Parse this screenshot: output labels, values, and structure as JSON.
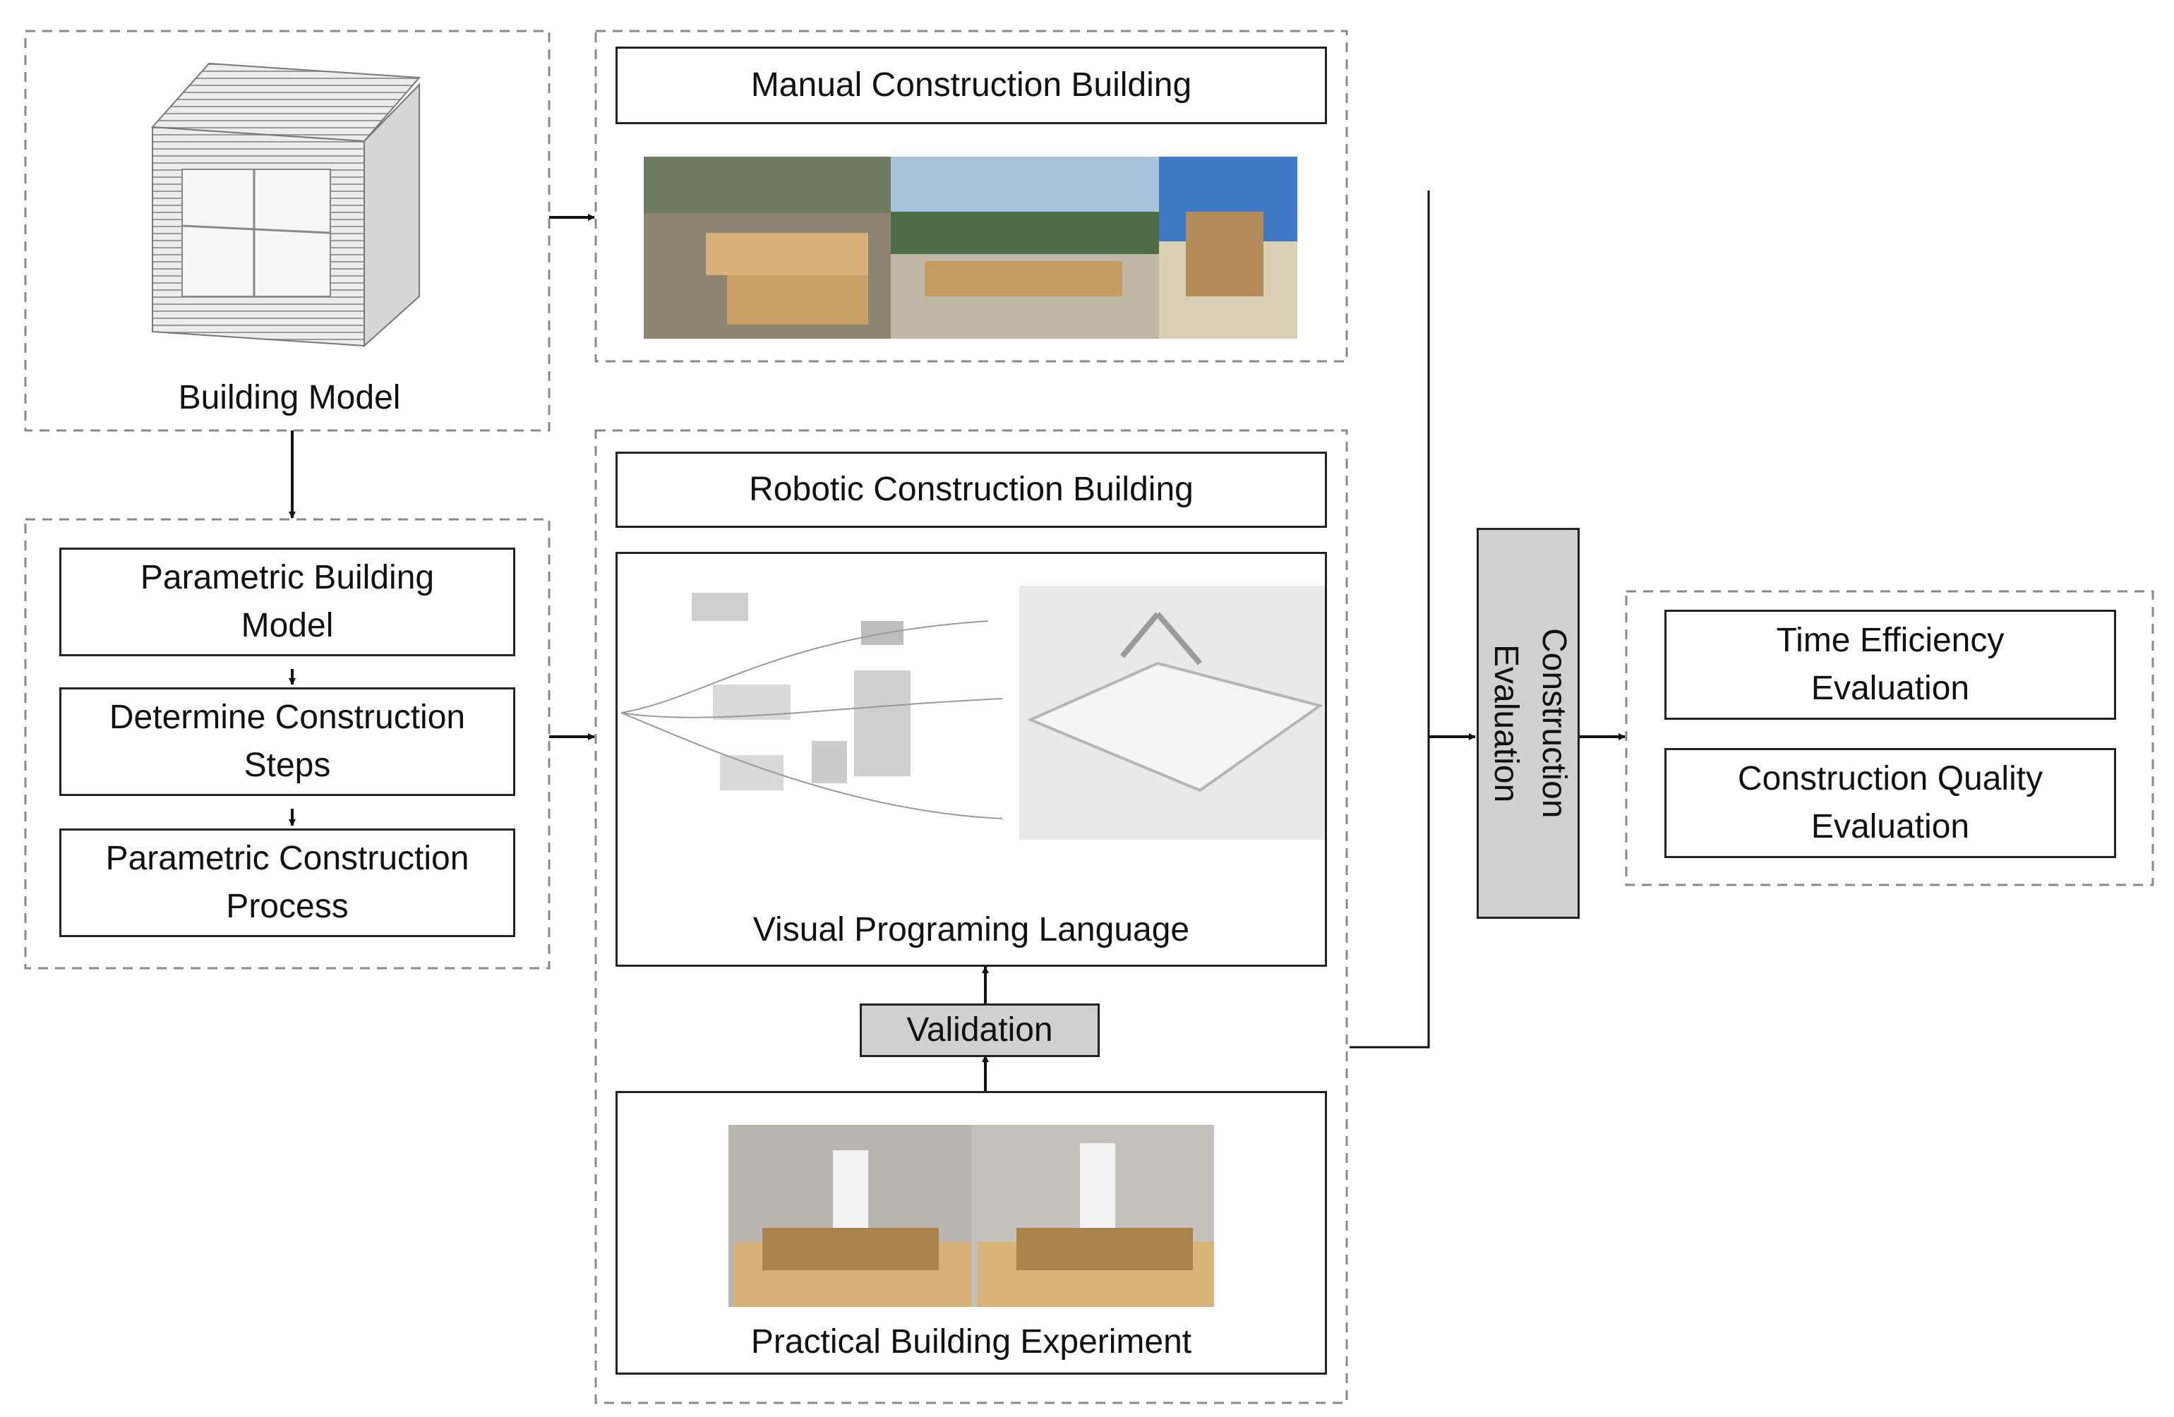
{
  "building_model": {
    "label": "Building Model"
  },
  "parametric_group": {
    "items": [
      "Parametric Building Model",
      "Determine Construction Steps",
      "Parametric Construction Process"
    ]
  },
  "manual": {
    "title": "Manual Construction Building"
  },
  "robotic": {
    "title": "Robotic Construction Building",
    "vpl_label": "Visual Programing Language"
  },
  "validation": {
    "label": "Validation"
  },
  "experiment": {
    "label": "Practical Building Experiment"
  },
  "evaluation": {
    "label": "Construction Evaluation"
  },
  "outcomes": {
    "items": [
      "Time Efficiency Evaluation",
      "Construction Quality Evaluation"
    ]
  },
  "colors": {
    "gray_box": "#d0d0d0",
    "line": "#222222",
    "dashed": "#888888"
  }
}
